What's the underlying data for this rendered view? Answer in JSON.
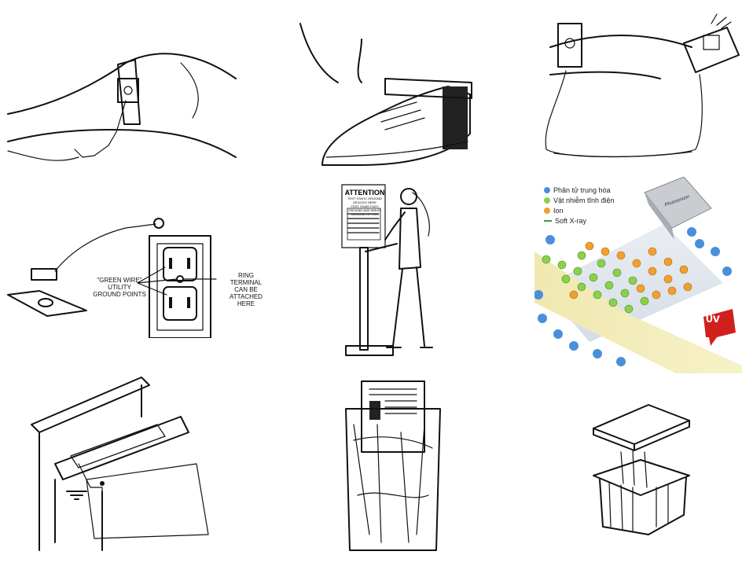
{
  "outlet": {
    "green_wire": "\"GREEN WIRE\"",
    "utility": "UTILITY",
    "ground_points": "GROUND POINTS",
    "ring": "RING",
    "terminal": "TERMINAL",
    "can_be": "CAN BE",
    "attached": "ATTACHED",
    "here": "HERE"
  },
  "poster": {
    "title": "ATTENTION",
    "line1": "TEST STATIC GROUND",
    "line2": "DEVICES HERE",
    "line3": "TEST YOUR FOOT",
    "line4": "GROUND AND WRIST",
    "line5": "GROUND OPTION"
  },
  "ionizer": {
    "legend": [
      {
        "label": "Phân tử trung hòa",
        "color": "#4a90d9"
      },
      {
        "label": "Vật nhiễm tĩnh điện",
        "color": "#8bd14a"
      },
      {
        "label": "Ion",
        "color": "#f0a030"
      },
      {
        "label": "Soft X-ray",
        "color": "#3a9a3a"
      }
    ],
    "brand": "Photoionizer",
    "badge": "0v"
  }
}
